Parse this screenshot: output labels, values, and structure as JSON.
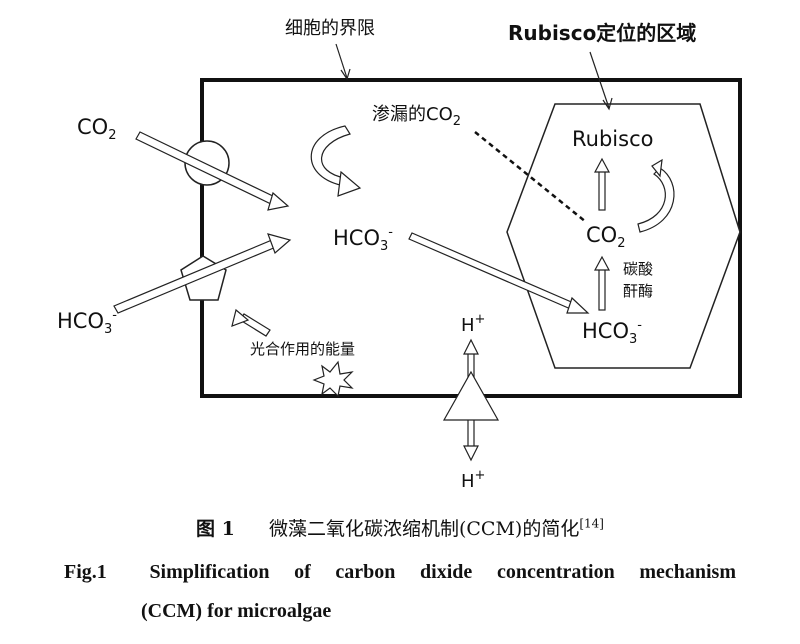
{
  "diagram": {
    "cell_boundary_label": "细胞的界限",
    "rubisco_region_label": "Rubisco定位的区域",
    "leak_co2": {
      "text": "渗漏的CO",
      "sub": "2"
    },
    "co2_outside": {
      "text": "CO",
      "sub": "2"
    },
    "hco3_outside": {
      "text": "HCO",
      "sub": "3",
      "sup": "-"
    },
    "hco3_center": {
      "text": "HCO",
      "sub": "3",
      "sup": "-"
    },
    "rubisco": "Rubisco",
    "co2_inside": {
      "text": "CO",
      "sub": "2"
    },
    "hco3_inside": {
      "text": "HCO",
      "sub": "3",
      "sup": "-"
    },
    "carbonic_anhydrase_line1": "碳酸",
    "carbonic_anhydrase_line2": "酐酶",
    "photosynthesis_energy": "光合作用的能量",
    "h_plus_top": {
      "text": "H",
      "sup": "+"
    },
    "h_plus_bottom": {
      "text": "H",
      "sup": "+"
    }
  },
  "caption": {
    "cn_label": "图 1",
    "cn_text": "微藻二氧化碳浓缩机制(CCM)的简化",
    "cn_ref": "[14]",
    "en_label": "Fig.1",
    "en_line1": "Simplification of carbon dixide concentration mechanism",
    "en_line2": "(CCM) for microalgae"
  }
}
